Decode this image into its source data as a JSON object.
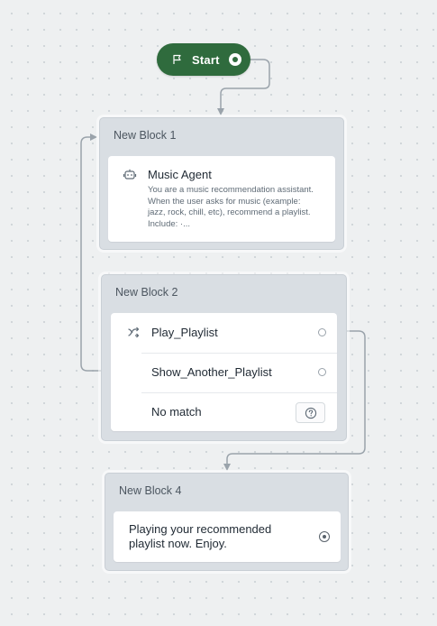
{
  "start": {
    "label": "Start",
    "icon": "flag-icon",
    "color": "#2f6b3d"
  },
  "blocks": [
    {
      "title": "New Block 1",
      "agent": {
        "icon": "robot-icon",
        "title": "Music Agent",
        "description": "You are a music recommendation assistant. When the user asks for music (example: jazz, rock, chill, etc), recommend a playlist. Include: ·..."
      }
    },
    {
      "title": "New Block 2",
      "routes": [
        {
          "icon": "route-icon",
          "label": "Play_Playlist"
        },
        {
          "label": "Show_Another_Playlist"
        },
        {
          "label": "No match",
          "badge_icon": "help-icon"
        }
      ]
    },
    {
      "title": "New Block 4",
      "message": "Playing your recommended playlist now. Enjoy."
    }
  ],
  "colors": {
    "canvas_bg": "#eef0f1",
    "block_bg": "#d9dee3",
    "connector": "#9aa3ab"
  }
}
